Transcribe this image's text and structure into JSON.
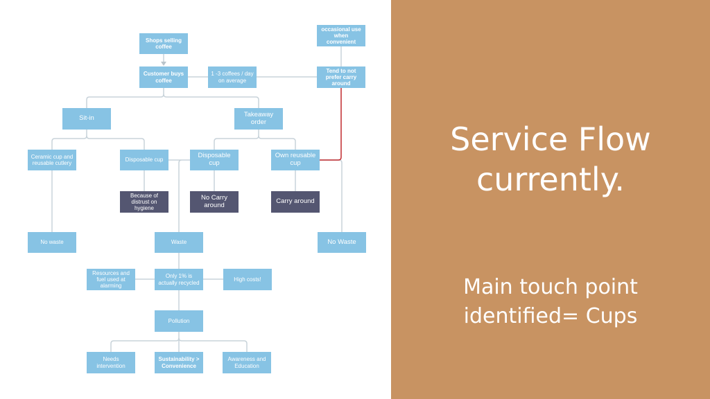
{
  "colors": {
    "node_light": "#87c3e4",
    "node_dark": "#545671",
    "connector": "#c8d3da",
    "highlight_connector": "#c0282d",
    "panel_background": "#c89362",
    "title_text": "#ffffff"
  },
  "panel": {
    "title_line1": "Service Flow",
    "title_line2": "currently.",
    "subtitle_line1": "Main touch point",
    "subtitle_line2": "identified= Cups"
  },
  "diagram": {
    "nodes": {
      "shops": "Shops  selling coffee",
      "customer": "Customer buys coffee",
      "coffees_per_day": "1 -3 coffees / day on average",
      "occasional": "occasional use when convenient",
      "prefer_not_carry": "Tend to not prefer carry around",
      "sit_in": "Sit-in",
      "takeaway": "Takeaway order",
      "ceramic": "Ceramic cup and reusable cutlery",
      "disposable_sitin": "Disposable cup",
      "disposable_takeaway": "Disposable cup",
      "own_reusable": "Own reusable cup",
      "distrust": "Because of distrust on hygiene",
      "no_carry": "No Carry around",
      "carry_around": "Carry around",
      "no_waste_left": "No waste",
      "waste": "Waste",
      "no_waste_right": "No Waste",
      "resources": "Resources and fuel used at alarming",
      "recycled": "Only 1% is actually recycled",
      "high_costs": "High costs!",
      "pollution": "Pollution",
      "needs_intervention": "Needs intervention",
      "sustainability": "Sustainability > Convenience",
      "awareness": "Awareness and Education"
    }
  }
}
